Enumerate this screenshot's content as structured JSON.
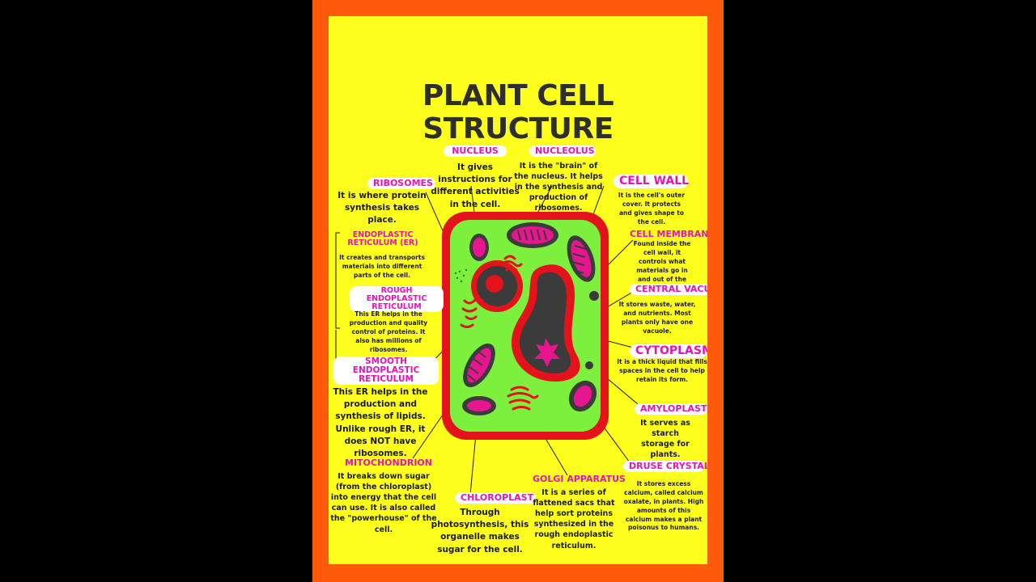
{
  "title": "PLANT CELL STRUCTURE",
  "labels": {
    "nucleus": {
      "name": "NUCLEUS",
      "desc": "It gives instructions for different activities in the cell."
    },
    "nucleolus": {
      "name": "NUCLEOLUS",
      "desc": "It is the \"brain\" of the nucleus. It helps in the synthesis and production of ribosomes."
    },
    "ribosomes": {
      "name": "RIBOSOMES",
      "desc": "It is where protein synthesis takes place."
    },
    "cell_wall": {
      "name": "CELL WALL",
      "desc": "It is the cell's outer cover. It protects and gives shape to the cell."
    },
    "cell_membrane": {
      "name": "CELL MEMBRANE",
      "desc": "Found inside the cell wall, it controls what materials go in and out of the cell."
    },
    "er": {
      "name": "ENDOPLASTIC RETICULUM (ER)",
      "desc": "It creates and transports materials into different parts of the cell."
    },
    "rough_er": {
      "name": "ROUGH ENDOPLASTIC RETICULUM",
      "desc": "This ER helps in the production and quality control of proteins. It also has millions of ribosomes."
    },
    "central_vacuole": {
      "name": "CENTRAL VACUOLE",
      "desc": "It stores waste, water, and nutrients. Most plants only have one vacuole."
    },
    "cytoplasm": {
      "name": "CYTOPLASM",
      "desc": "It is a thick liquid that fills spaces in the cell to help retain its form."
    },
    "smooth_er": {
      "name": "SMOOTH ENDOPLASTIC RETICULUM",
      "desc": "This ER helps in the production and synthesis of lipids. Unlike rough ER, it does NOT have ribosomes."
    },
    "amyloplast": {
      "name": "AMYLOPLAST",
      "desc": "It serves as starch storage for plants."
    },
    "mitochondrion": {
      "name": "MITOCHONDRION",
      "desc": "It breaks down sugar (from the chloroplast) into energy that the cell can use. It is also called the \"powerhouse\" of the cell."
    },
    "chloroplast": {
      "name": "CHLOROPLAST",
      "desc": "Through photosynthesis, this organelle makes sugar for the cell."
    },
    "golgi": {
      "name": "GOLGI APPARATUS",
      "desc": "It is a series of flattened sacs that help sort proteins synthesized in the rough endoplastic reticulum."
    },
    "druse": {
      "name": "DRUSE CRYSTAL",
      "desc": "It stores excess calcium, called calcium oxalate, in plants. High amounts of this calcium makes a plant poisonus to humans."
    }
  },
  "colors": {
    "background": "#000000",
    "border": "#ff5a0a",
    "poster": "#ffff1e",
    "label_text": "#e316b5",
    "cell_wall": "#e4121a",
    "cytoplasm": "#7cf03c",
    "vacuole": "#3b3b3b",
    "organelle_pink": "#e8168e"
  }
}
